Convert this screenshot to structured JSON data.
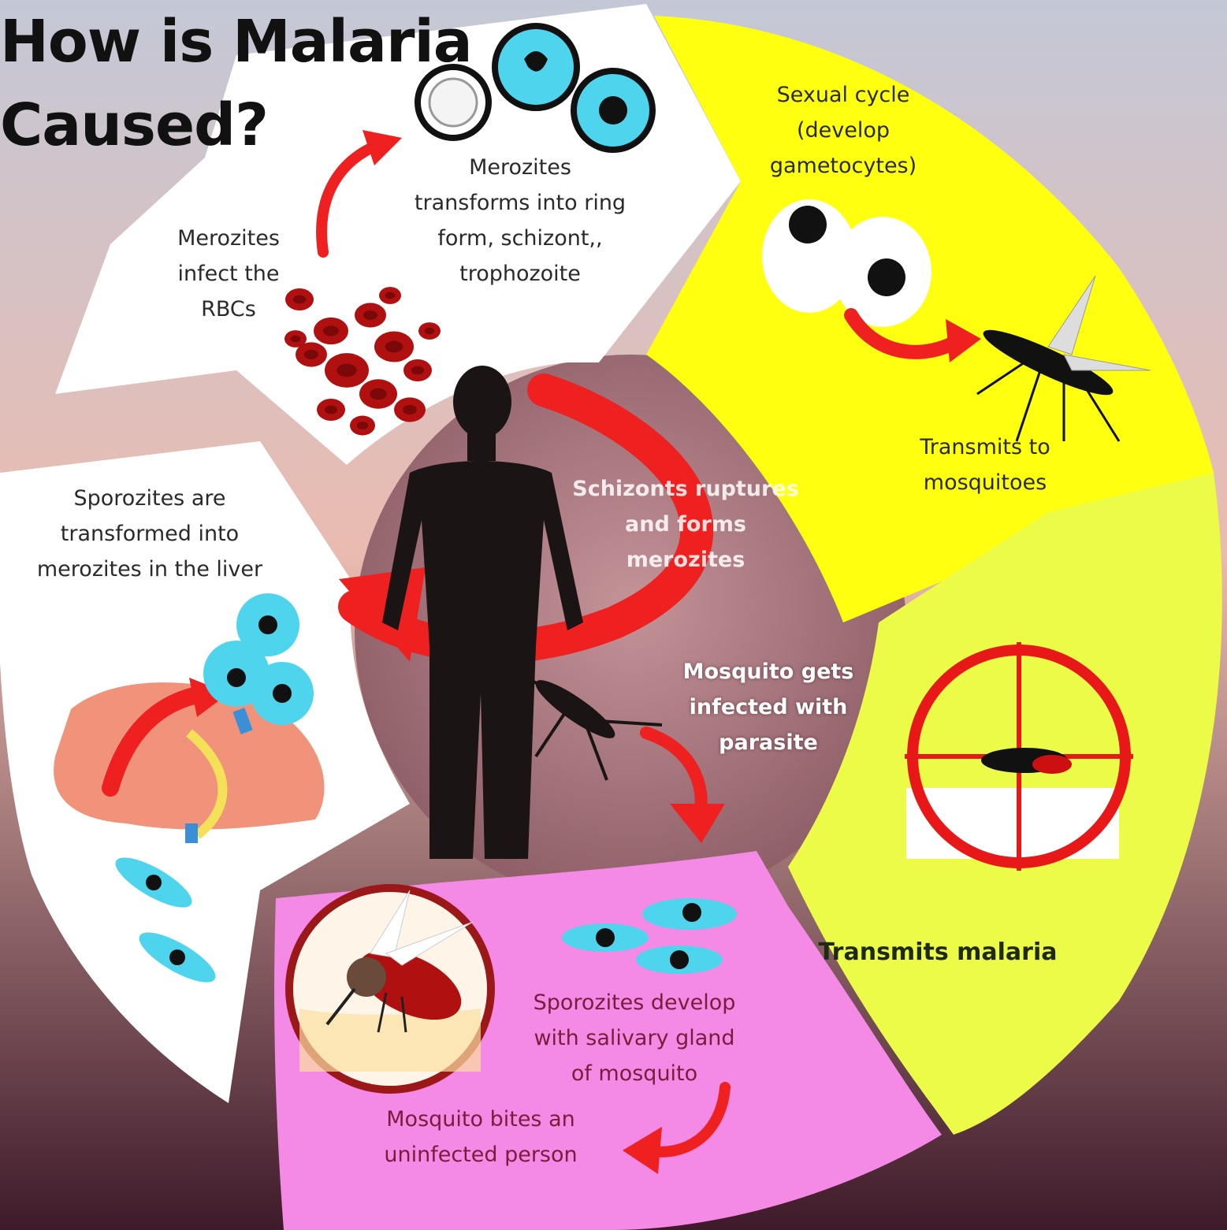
{
  "title": "How is Malaria\nCaused?",
  "steps": {
    "merozites_infect": "Merozites\ninfect the\nRBCs",
    "merozites_transform": "Merozites\ntransforms into ring\nform, schizont,,\ntrophozoite",
    "sexual_cycle": "Sexual cycle\n(develop\ngametocytes)",
    "transmits_to_mosquitoes": "Transmits to\nmosquitoes",
    "sporozites_liver": "Sporozites are\ntransformed into\nmerozites  in the liver",
    "schizonts_rupture": "Schizonts ruptures\nand forms\nmerozites",
    "mosquito_infected": "Mosquito gets\ninfected with\nparasite",
    "transmits_malaria": "Transmits malaria",
    "sporozites_develop": "Sporozites develop\nwith salivary gland\nof mosquito",
    "mosquito_bites": "Mosquito bites an\nuninfected person"
  },
  "icons": [
    "red-blood-cells-icon",
    "ring-form-cells-icon",
    "gametocytes-icon",
    "mosquito-icon",
    "target-crosshair-icon",
    "liver-icon",
    "human-silhouette-icon",
    "sporozoite-cells-icon",
    "mosquito-biting-icon",
    "cycle-arrow-icon"
  ],
  "colors": {
    "background_top": "#c4c8d6",
    "background_mid": "#eabbb0",
    "background_bottom": "#3e1a2a",
    "white_panel": "#ffffff",
    "yellow_panel": "#ffff10",
    "lime_panel": "#ecfb48",
    "pink_panel": "#f58ae6",
    "center_circle": "#8a5a64",
    "arrow_red": "#ee2020",
    "cell_cyan": "#4fd4ee",
    "blood_red": "#b01010"
  }
}
